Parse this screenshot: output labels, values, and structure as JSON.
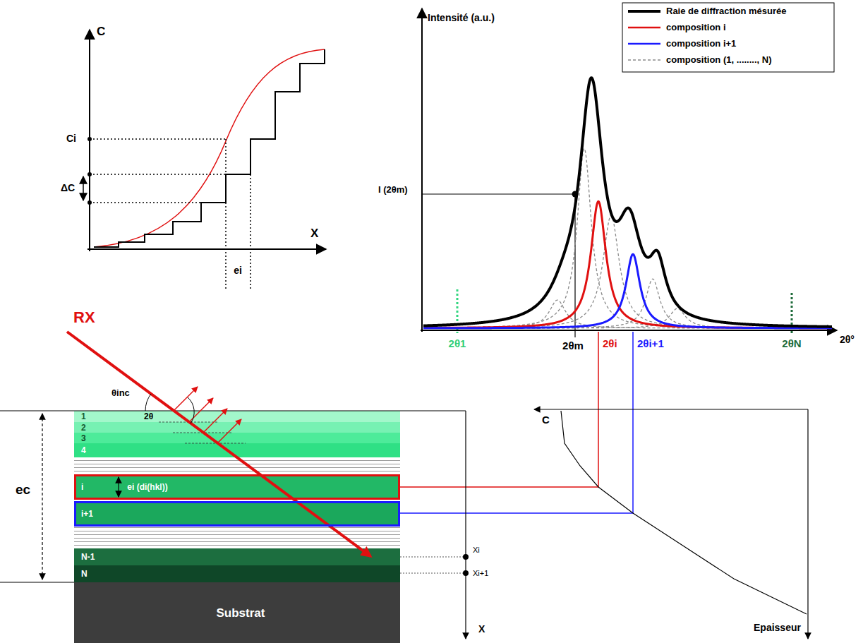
{
  "diagram": {
    "nodes": [
      {
        "text": [
          "1"
        ]
      },
      {
        "text": [
          "2"
        ]
      },
      {
        "text": [
          "3"
        ]
      },
      {
        "text": [
          "4"
        ]
      },
      {
        "text": [
          "i",
          "ei (di(hkl))"
        ]
      },
      {
        "text": [
          "i+1"
        ]
      },
      {
        "text": [
          "N-1"
        ]
      },
      {
        "text": [
          "N"
        ]
      },
      {
        "text": [
          "Substrat"
        ]
      }
    ],
    "labels": [
      "C",
      "X",
      "Ci",
      "ΔC",
      "ei",
      "Intensité (a.u.)",
      "I (2θm)",
      "2θ°",
      "2θ1",
      "2θm",
      "2θi",
      "2θi+1",
      "2θN",
      "RX",
      "θinc",
      "2θ",
      "ec",
      "Xi",
      "Xi+1",
      "X",
      "C",
      "Epaisseur"
    ],
    "legend": [
      {
        "text": "Raie de diffraction mésurée"
      },
      {
        "text": "composition i"
      },
      {
        "text": "composition i+1"
      },
      {
        "text": "composition (1, ........, N)"
      }
    ]
  }
}
